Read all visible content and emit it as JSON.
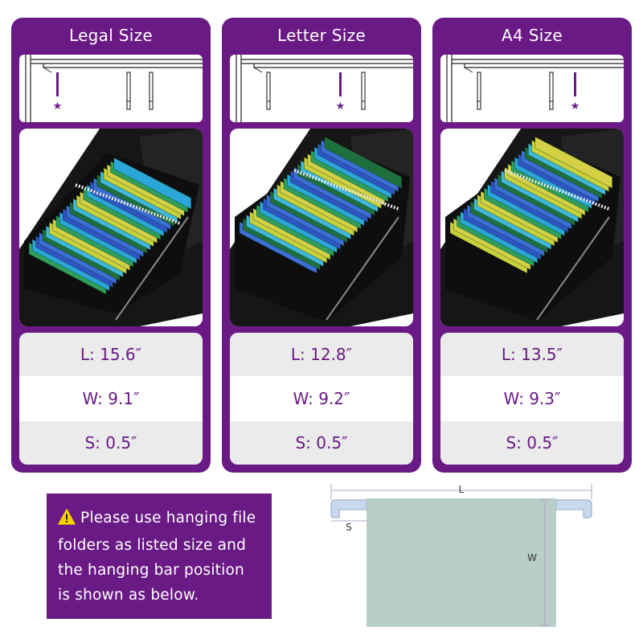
{
  "cards": [
    {
      "title": "Legal Size",
      "marker": 0,
      "length": "L: 15.6″",
      "width": "W: 9.1″",
      "spacing": "S: 0.5″"
    },
    {
      "title": "Letter Size",
      "marker": 1,
      "length": "L: 12.8″",
      "width": "W: 9.2″",
      "spacing": "S: 0.5″"
    },
    {
      "title": "A4 Size",
      "marker": 2,
      "length": "L: 13.5″",
      "width": "W: 9.3″",
      "spacing": "S: 0.5″"
    }
  ],
  "note": {
    "text": "Please use hanging file folders as listed size and the hanging bar position is shown as below.",
    "icon": "warning-icon"
  },
  "diagram": {
    "length_label": "L",
    "width_label": "W",
    "spacing_label": "S"
  },
  "colors": {
    "purple": "#6a1a84",
    "row_gray": "#ebebeb",
    "folder": "#b8cec9",
    "hook": "#c9d9ef",
    "warning": "#f5d000"
  }
}
